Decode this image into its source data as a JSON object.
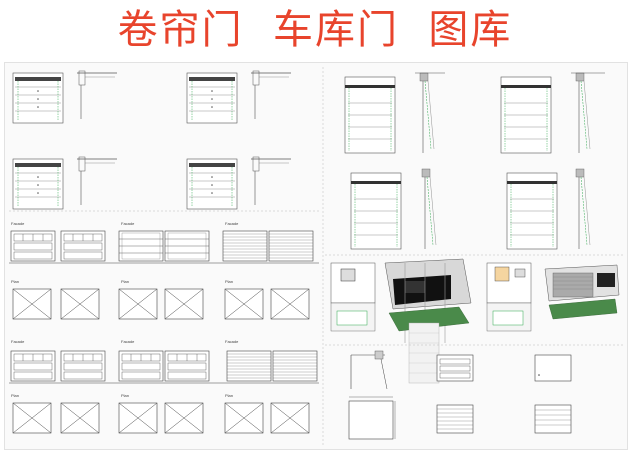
{
  "title": "卷帘门  车库门  图库",
  "labels": {
    "facade": "Facade",
    "plan": "Plan"
  },
  "colors": {
    "title": "#e8442c",
    "line": "#555555",
    "accent_green": "#2fa84f",
    "dark": "#222222"
  }
}
